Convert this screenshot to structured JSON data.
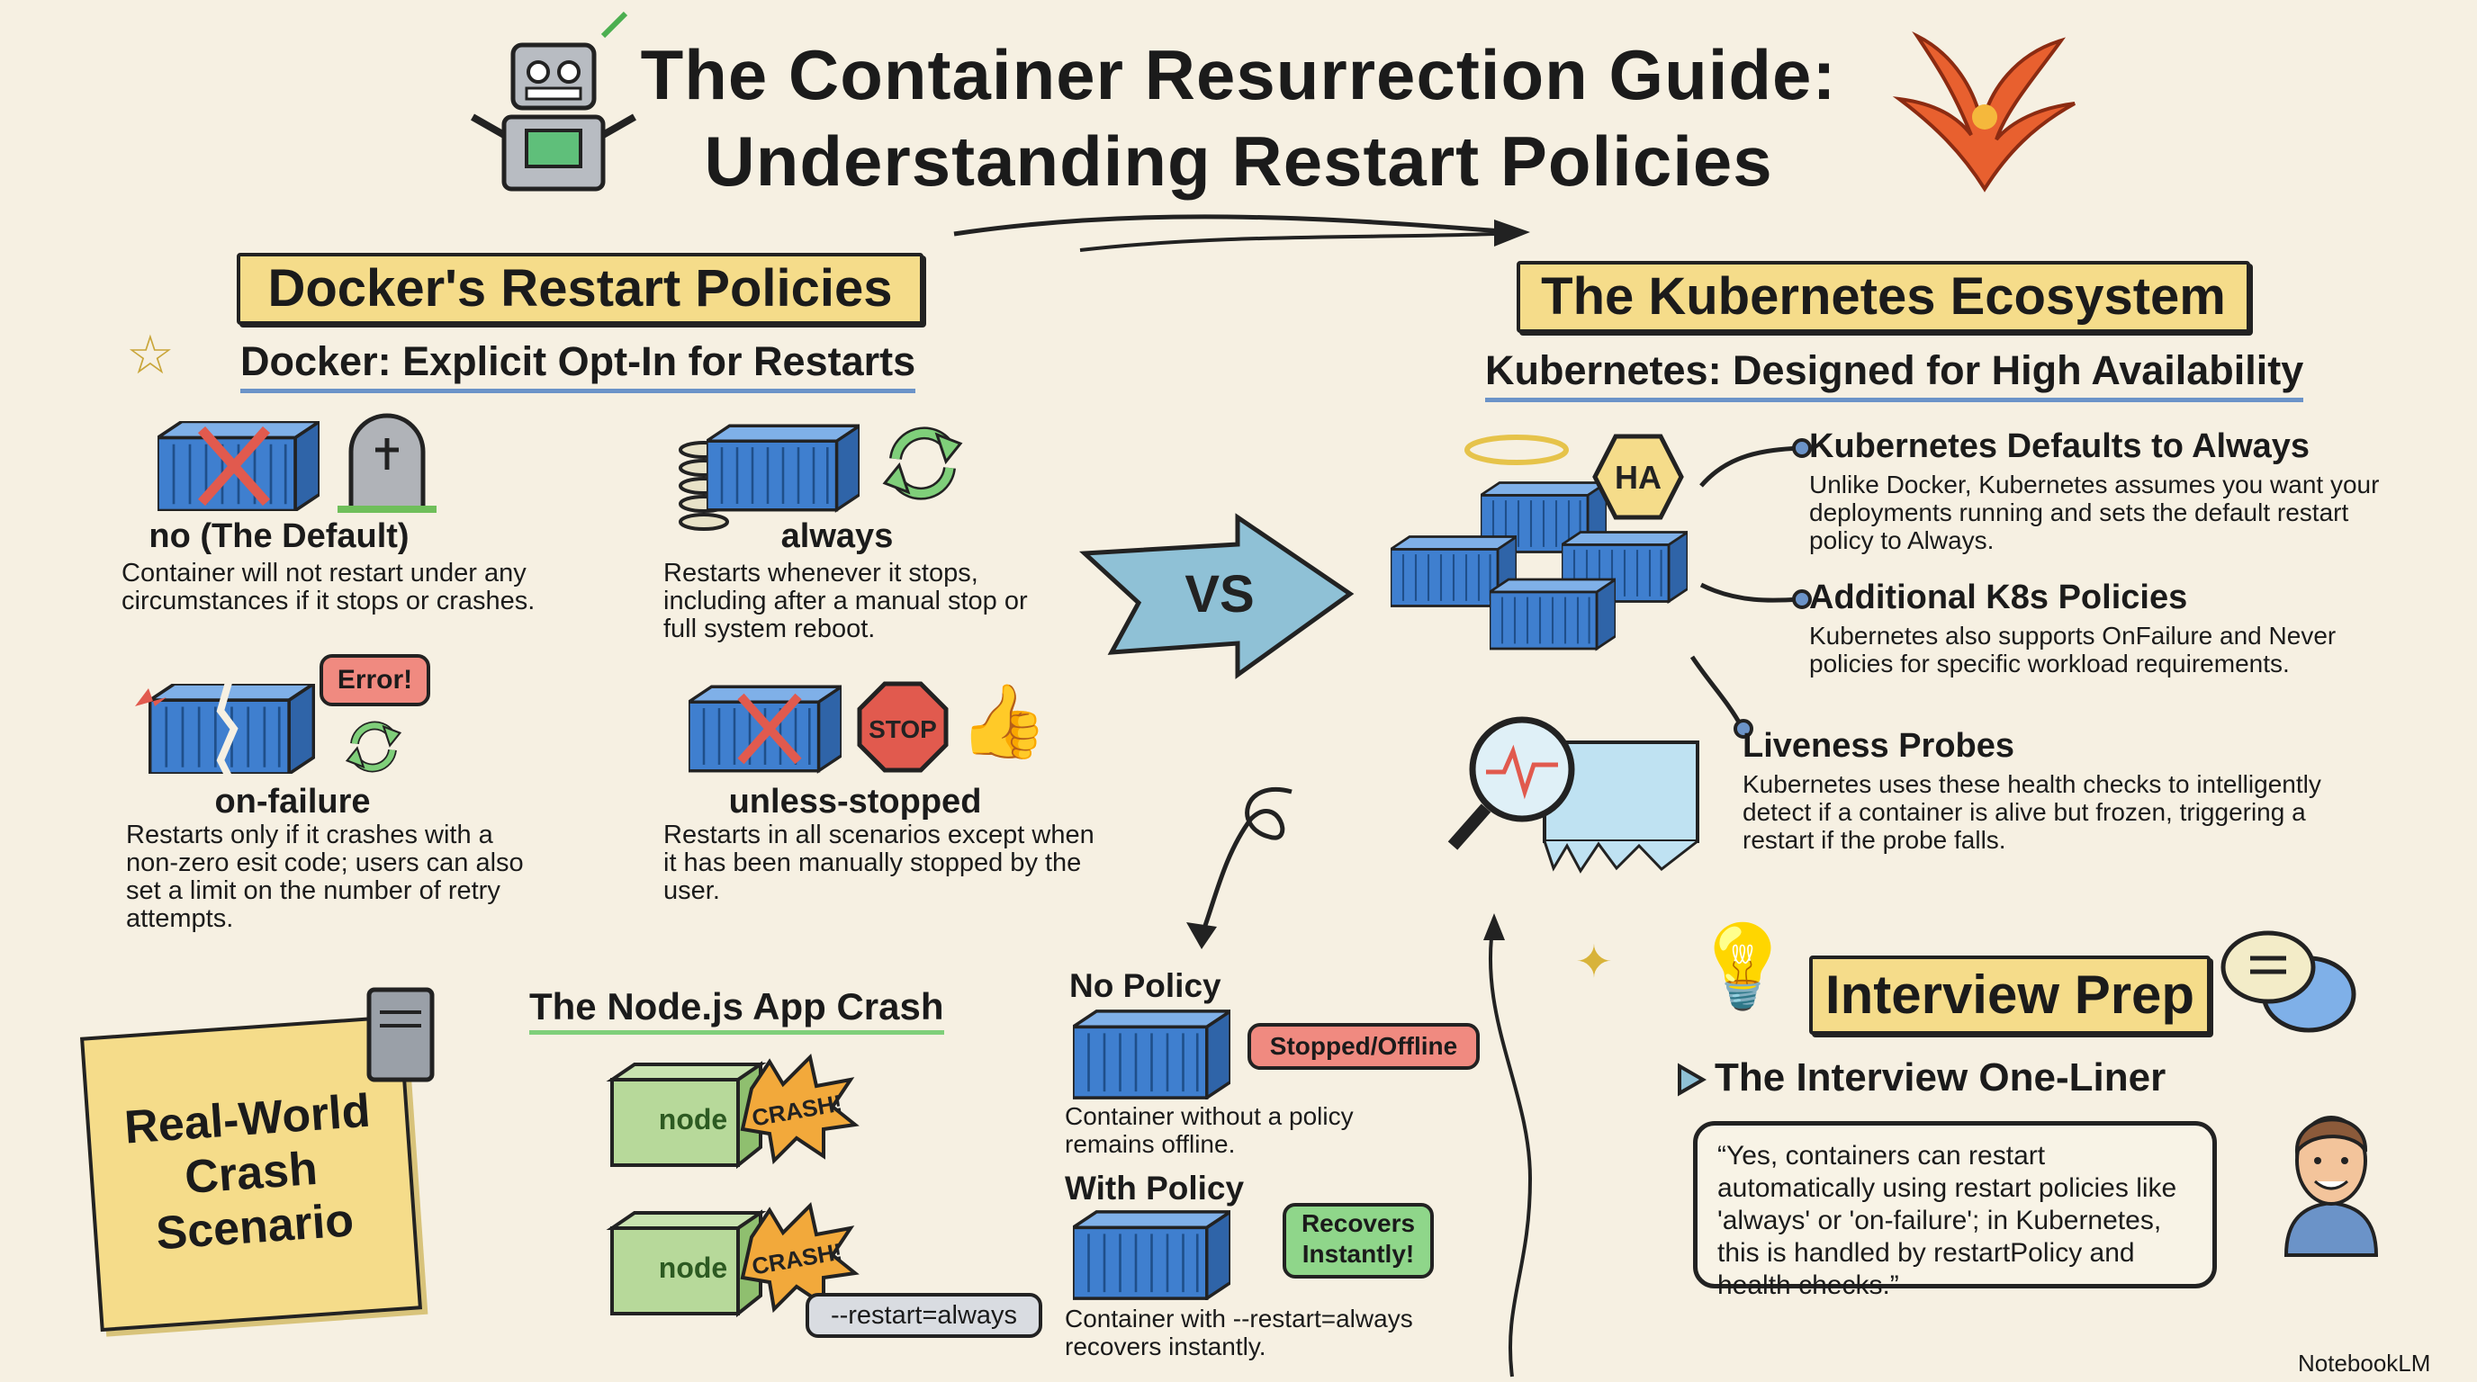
{
  "title": {
    "line1": "The Container Resurrection Guide:",
    "line2": "Understanding Restart Policies"
  },
  "docker": {
    "banner": "Docker's Restart Policies",
    "subtitle": "Docker: Explicit Opt-In for Restarts",
    "policies": [
      {
        "name": "no (The Default)",
        "desc": "Container will not restart under any circumstances if it stops or crashes."
      },
      {
        "name": "always",
        "desc": "Restarts whenever it stops, including after a manual stop or full system reboot."
      },
      {
        "name": "on-failure",
        "desc": "Restarts only if it crashes with a non-zero esit code; users can also set a limit on the number of retry attempts.",
        "bubble": "Error!"
      },
      {
        "name": "unless-stopped",
        "desc": "Restarts in all scenarios except when it has been manually stopped by the user.",
        "sign": "STOP"
      }
    ]
  },
  "vs": "VS",
  "kubernetes": {
    "banner": "The Kubernetes Ecosystem",
    "subtitle": "Kubernetes: Designed for High Availability",
    "ha_badge": "HA",
    "items": [
      {
        "title": "Kubernetes Defaults to Always",
        "desc": "Unlike Docker, Kubernetes assumes you want your deployments running and sets the default restart policy to Always."
      },
      {
        "title": "Additional K8s Policies",
        "desc": "Kubernetes also supports OnFailure and Never policies for specific workload requirements."
      },
      {
        "title": "Liveness Probes",
        "desc": "Kubernetes uses these health checks to intelligently detect if a container is alive but frozen, triggering a restart if the probe falls."
      }
    ]
  },
  "scenario": {
    "note": "Real-World Crash Scenario",
    "title": "The Node.js App Crash",
    "node_label": "node",
    "crash_label": "CRASH!",
    "restart_flag": "--restart=always",
    "no_policy": {
      "label": "No Policy",
      "badge": "Stopped/Offline",
      "desc": "Container without a policy remains offline."
    },
    "with_policy": {
      "label": "With Policy",
      "badge": "Recovers Instantly!",
      "desc": "Container with --restart=always recovers instantly."
    }
  },
  "interview": {
    "banner": "Interview Prep",
    "heading": "The Interview One-Liner",
    "quote": "“Yes, containers can restart automatically using restart policies like 'always' or 'on-failure'; in Kubernetes, this is handled by restartPolicy and health checks.”"
  },
  "watermark": "NotebookLM",
  "colors": {
    "background": "#f6f0e2",
    "banner": "#f5dc8a",
    "container_blue": "#3f7fcf",
    "red": "#e86b5f",
    "green": "#7fcf7a",
    "underline": "#6b93c8"
  }
}
